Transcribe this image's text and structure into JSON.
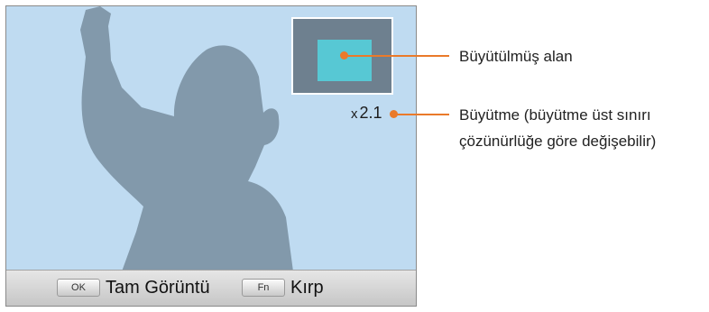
{
  "screen": {
    "zoom_prefix": "x",
    "zoom_value": "2.1",
    "ok_key_label": "OK",
    "ok_action_label": "Tam Görüntü",
    "fn_key_label": "Fn",
    "fn_action_label": "Kırp"
  },
  "callouts": {
    "magnified_area": "Büyütülmüş alan",
    "zoom_line1": "Büyütme (büyütme üst sınırı",
    "zoom_line2": "çözünürlüğe göre değişebilir)"
  },
  "colors": {
    "background": "#bfdbf1",
    "silhouette": "#8299ab",
    "navigator": "#6e808f",
    "navigator_region": "#57c8d4",
    "callout_accent": "#ea7a2a"
  }
}
